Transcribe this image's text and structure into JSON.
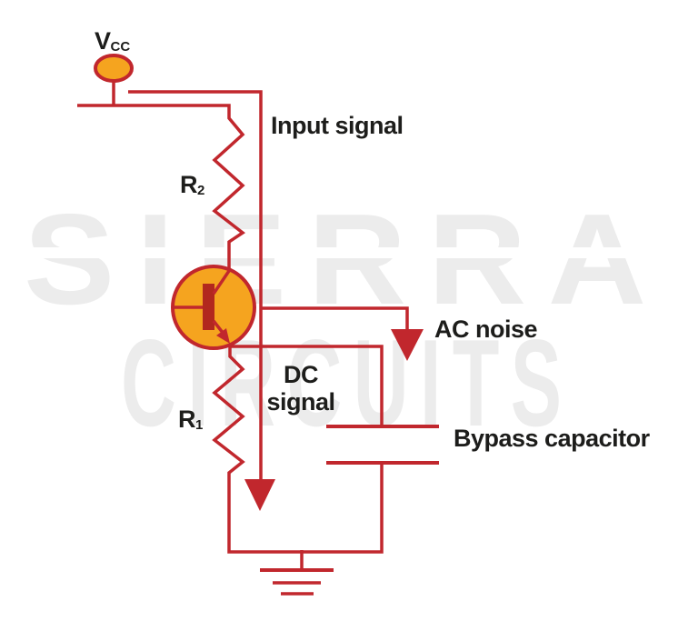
{
  "labels": {
    "vcc_main": "V",
    "vcc_sub": "CC",
    "r2_main": "R",
    "r2_sub": "2",
    "r1_main": "R",
    "r1_sub": "1",
    "input_signal": "Input signal",
    "ac_noise": "AC noise",
    "dc_signal_line1": "DC",
    "dc_signal_line2": "signal",
    "bypass_capacitor": "Bypass capacitor"
  },
  "watermark": {
    "line1": "SIERRA",
    "line2": "CIRCUITS"
  },
  "colors": {
    "wire": "#c1272d",
    "arrow_red": "#c1272d",
    "bar_red": "#b2281e",
    "component_fill": "#f5a41f",
    "label_text": "#1d1d1b",
    "watermark_gray": "#ececec",
    "background": "#ffffff"
  }
}
